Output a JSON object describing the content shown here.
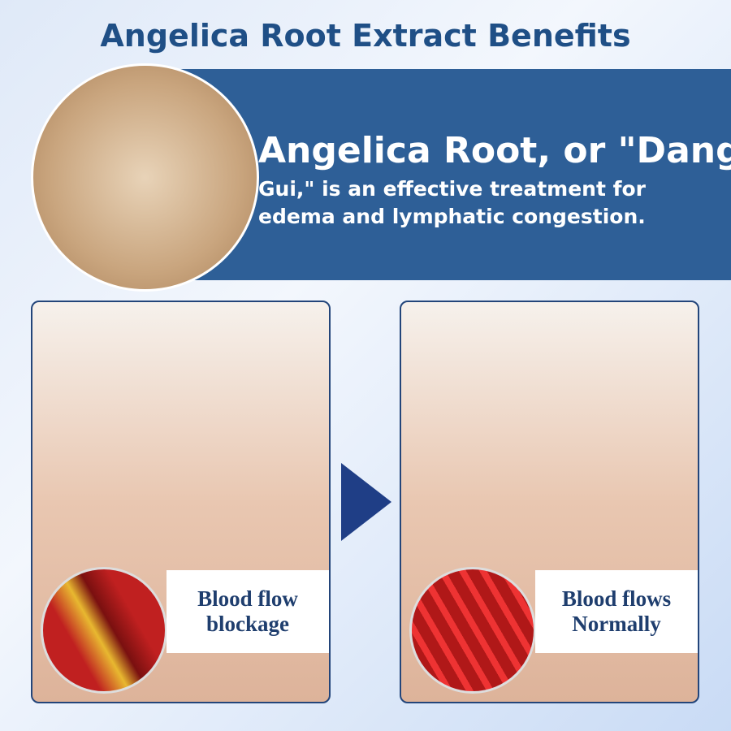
{
  "title": "Angelica Root Extract Benefits",
  "headline": "Angelica Root, or \"Dang",
  "subtext": "Gui,\" is an effective treatment for edema and lymphatic congestion.",
  "panels": [
    {
      "caption": "Blood flow blockage"
    },
    {
      "caption": "Blood flows Normally"
    }
  ]
}
